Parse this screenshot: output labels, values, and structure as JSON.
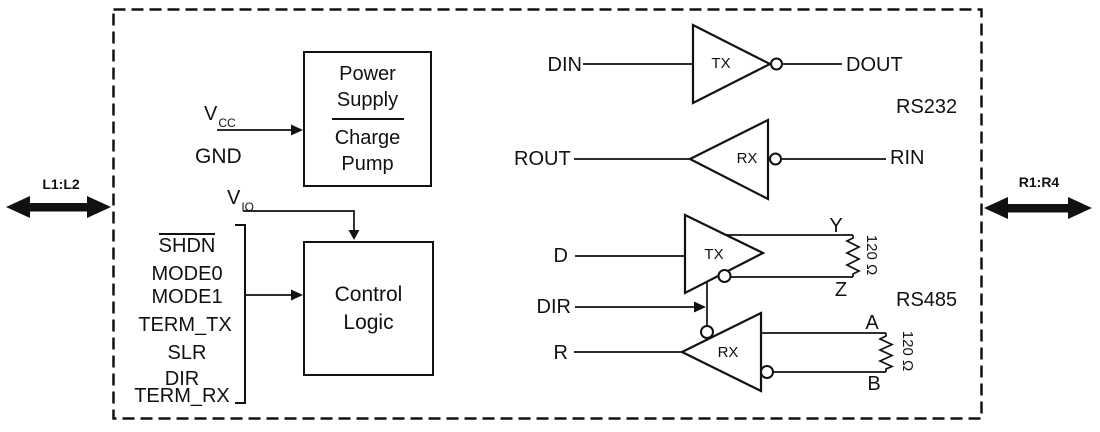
{
  "diagram": {
    "left_port_label": "L1:L2",
    "right_port_label": "R1:R4",
    "power_block": {
      "title": "Power Supply",
      "subtitle": "Charge Pump"
    },
    "pins": {
      "vcc_base": "V",
      "vcc_sub": "CC",
      "gnd": "GND",
      "vio_base": "V",
      "vio_sub": "IO"
    },
    "control_block": {
      "title": "Control Logic"
    },
    "control_inputs": [
      "SHDN",
      "MODE0",
      "MODE1",
      "TERM_TX",
      "SLR",
      "DIR",
      "TERM_RX"
    ],
    "rs232": {
      "section_label": "RS232",
      "tx": {
        "label": "TX",
        "input": "DIN",
        "output": "DOUT"
      },
      "rx": {
        "label": "RX",
        "output": "ROUT",
        "input": "RIN"
      }
    },
    "rs485": {
      "section_label": "RS485",
      "tx": {
        "label": "TX",
        "input": "D",
        "out_y": "Y",
        "out_z": "Z",
        "termination": "120 Ω"
      },
      "dir": "DIR",
      "rx": {
        "label": "RX",
        "output": "R",
        "in_a": "A",
        "in_b": "B",
        "termination": "120 Ω"
      }
    },
    "colors": {
      "line": "#111111",
      "background": "#ffffff"
    }
  }
}
